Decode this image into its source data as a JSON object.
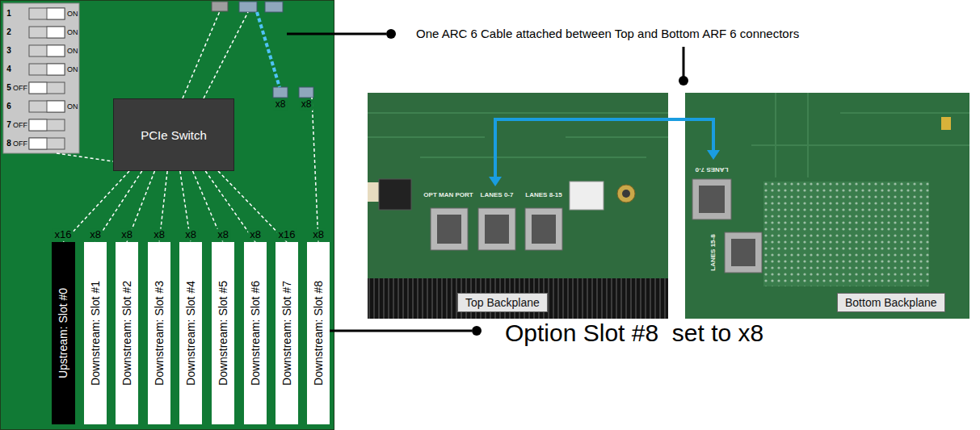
{
  "diagram": {
    "nodes": [
      {
        "text": [
          "PCIe Switch"
        ]
      },
      {
        "text": [
          "Upstream: Slot #0"
        ]
      },
      {
        "text": [
          "Downstream: Slot #1"
        ]
      },
      {
        "text": [
          "Downstream: Slot #2"
        ]
      },
      {
        "text": [
          "Downstream: Slot #3"
        ]
      },
      {
        "text": [
          "Downstream: Slot #4"
        ]
      },
      {
        "text": [
          "Downstream: Slot #5"
        ]
      },
      {
        "text": [
          "Downstream: Slot #6"
        ]
      },
      {
        "text": [
          "Downstream: Slot #7"
        ]
      },
      {
        "text": [
          "Downstream: Slot #8"
        ]
      },
      {
        "text": [
          "Top Backplane"
        ]
      },
      {
        "text": [
          "Bottom Backplane"
        ]
      }
    ],
    "edges": [
      {
        "from": 0,
        "to": 1,
        "arrow": "none"
      },
      {
        "from": 0,
        "to": 2,
        "arrow": "none"
      },
      {
        "from": 0,
        "to": 3,
        "arrow": "none"
      },
      {
        "from": 0,
        "to": 4,
        "arrow": "none"
      },
      {
        "from": 0,
        "to": 5,
        "arrow": "none"
      },
      {
        "from": 0,
        "to": 6,
        "arrow": "none"
      },
      {
        "from": 0,
        "to": 7,
        "arrow": "none"
      },
      {
        "from": 0,
        "to": 8,
        "arrow": "none"
      }
    ],
    "labels": [
      "One ARC 6 Cable attached between Top and Bottom ARF 6 connectors",
      "Option Slot #8  set to x8",
      "x16",
      "x8",
      "x8",
      "x8",
      "x8",
      "x8",
      "x8",
      "x16",
      "x8",
      "x8",
      "x8",
      "1",
      "2",
      "3",
      "4",
      "5",
      "6",
      "7",
      "8",
      "ON",
      "ON",
      "ON",
      "ON",
      "OFF",
      "ON",
      "OFF",
      "OFF",
      "OPT MAN PORT",
      "LANES 0-7",
      "LANES 8-15",
      "LANES 7-0",
      "LANES 15-8"
    ]
  }
}
